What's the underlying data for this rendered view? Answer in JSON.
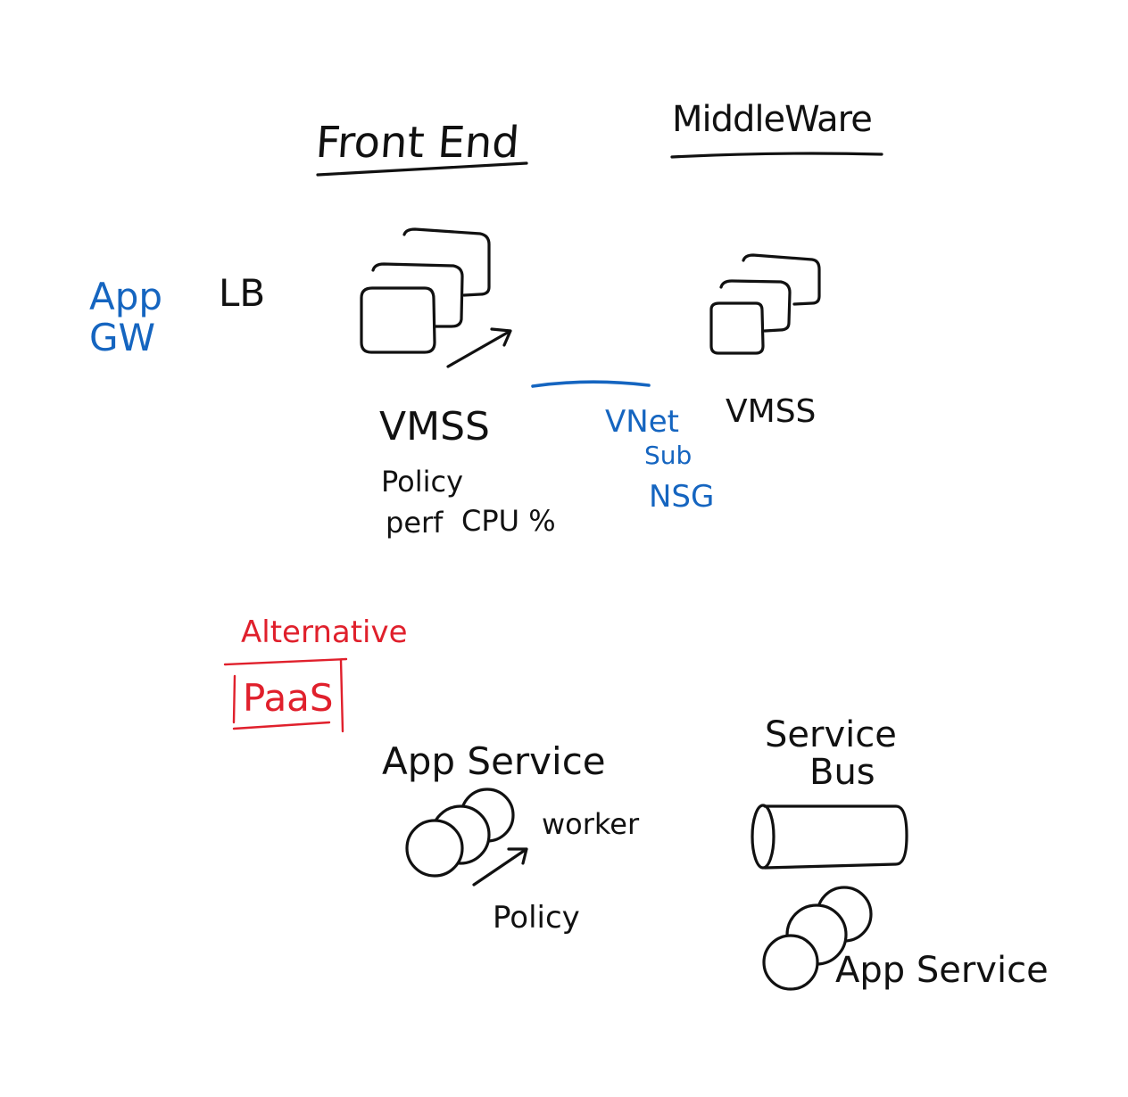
{
  "colors": {
    "ink": "#111111",
    "blue": "#1565c0",
    "red": "#e0202c",
    "background": "#ffffff"
  },
  "headings": {
    "front_end": "Front End",
    "middleware": "MiddleWare"
  },
  "left": {
    "app_gw": "App GW",
    "app": "App",
    "gw": "GW",
    "lb": "LB"
  },
  "front_end": {
    "vmss": "VMSS",
    "policy": "Policy",
    "perf_prefix": "perf",
    "perf_metric": "CPU %"
  },
  "network": {
    "vnet": "VNet",
    "sub": "Sub",
    "nsg": "NSG"
  },
  "middleware": {
    "vmss": "VMSS"
  },
  "alternative": {
    "title": "Alternative",
    "paas": "PaaS"
  },
  "app_service": {
    "title": "App Service",
    "worker": "worker",
    "policy": "Policy"
  },
  "service_bus": {
    "title_line1": "Service",
    "title_line2": "Bus",
    "app_service": "App Service"
  }
}
